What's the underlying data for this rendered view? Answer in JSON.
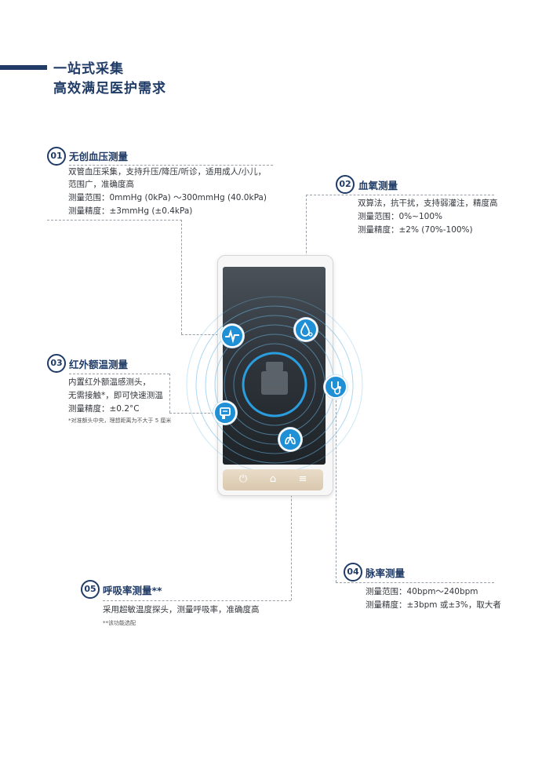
{
  "header": {
    "line1": "一站式采集",
    "line2": "高效满足医护需求"
  },
  "sections": {
    "bp": {
      "num": "01",
      "title": "无创血压测量",
      "lines": [
        "双管血压采集，支持升压/降压/听诊，适用成人/小儿，",
        "范围广，准确度高",
        "测量范围：0mmHg (0kPa) ～300mmHg (40.0kPa)",
        "测量精度：±3mmHg (±0.4kPa)"
      ]
    },
    "spo2": {
      "num": "02",
      "title": "血氧测量",
      "lines": [
        "双算法，抗干扰，支持弱灌注，精度高",
        "测量范围：0%~100%",
        "测量精度：±2% (70%-100%)"
      ]
    },
    "temp": {
      "num": "03",
      "title": "红外额温测量",
      "lines": [
        "内置红外额温感测头，",
        "无需接触*，即可快速测温",
        "测量精度：±0.2°C"
      ],
      "note": "*对准额头中央，理想距离为不大于 5 厘米"
    },
    "pulse": {
      "num": "04",
      "title": "脉率测量",
      "lines": [
        "测量范围：40bpm～240bpm",
        "测量精度：±3bpm 或±3%，取大者"
      ]
    },
    "resp": {
      "num": "05",
      "title": "呼吸率测量**",
      "lines": [
        "采用超敏温度探头，测量呼吸率，准确度高"
      ],
      "note": "**该功能选配"
    }
  },
  "device": {
    "buttons": [
      "⏻",
      "⌂",
      "≡"
    ],
    "icons": [
      "heartbeat-icon",
      "oxygen-drop-icon",
      "stethoscope-icon",
      "lungs-icon",
      "thermometer-icon"
    ]
  },
  "colors": {
    "brand": "#1f3b66",
    "accent": "#1f8fd6",
    "panel": "#e0d1ba"
  }
}
